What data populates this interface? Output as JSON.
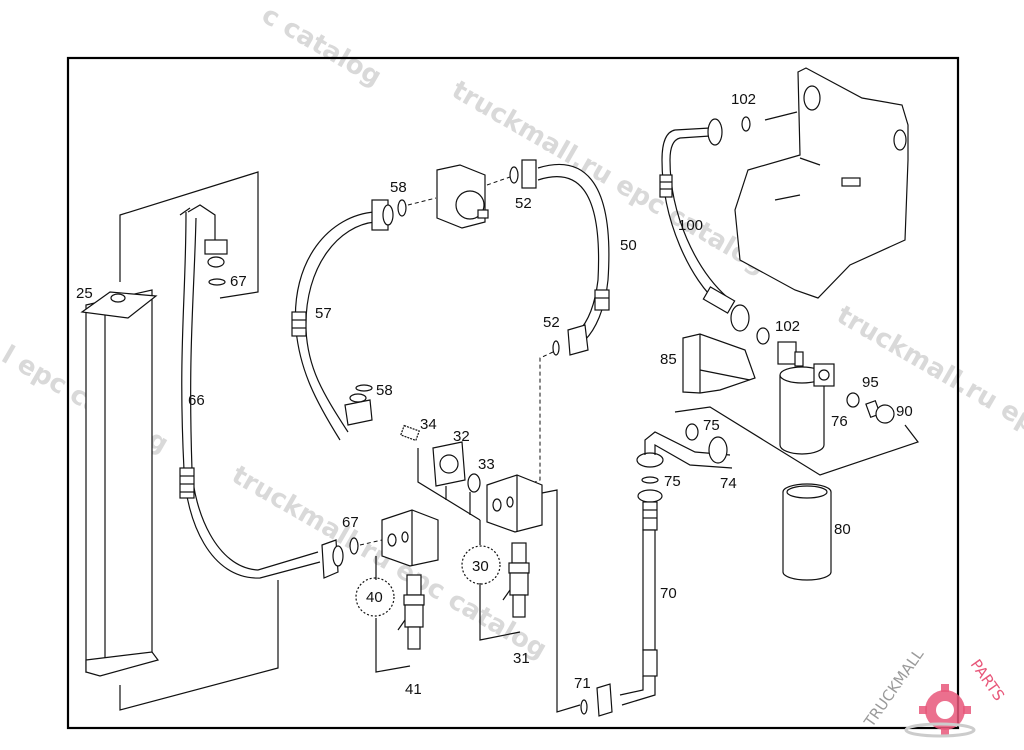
{
  "diagram": {
    "type": "exploded parts diagram",
    "callouts": [
      {
        "id": "25",
        "label": "25"
      },
      {
        "id": "66",
        "label": "66"
      },
      {
        "id": "67a",
        "label": "67"
      },
      {
        "id": "67b",
        "label": "67"
      },
      {
        "id": "57",
        "label": "57"
      },
      {
        "id": "58a",
        "label": "58"
      },
      {
        "id": "58b",
        "label": "58"
      },
      {
        "id": "52a",
        "label": "52"
      },
      {
        "id": "52b",
        "label": "52"
      },
      {
        "id": "50",
        "label": "50"
      },
      {
        "id": "34",
        "label": "34"
      },
      {
        "id": "32",
        "label": "32"
      },
      {
        "id": "33",
        "label": "33"
      },
      {
        "id": "30",
        "label": "30"
      },
      {
        "id": "31",
        "label": "31"
      },
      {
        "id": "40",
        "label": "40"
      },
      {
        "id": "41",
        "label": "41"
      },
      {
        "id": "71",
        "label": "71"
      },
      {
        "id": "70",
        "label": "70"
      },
      {
        "id": "75a",
        "label": "75"
      },
      {
        "id": "75b",
        "label": "75"
      },
      {
        "id": "74",
        "label": "74"
      },
      {
        "id": "80",
        "label": "80"
      },
      {
        "id": "76",
        "label": "76"
      },
      {
        "id": "85",
        "label": "85"
      },
      {
        "id": "95",
        "label": "95"
      },
      {
        "id": "90",
        "label": "90"
      },
      {
        "id": "100",
        "label": "100"
      },
      {
        "id": "102a",
        "label": "102"
      },
      {
        "id": "102b",
        "label": "102"
      }
    ],
    "group_callouts": [
      {
        "id": "30",
        "label": "30"
      },
      {
        "id": "40",
        "label": "40"
      }
    ]
  },
  "watermarks": {
    "text_a": "truckmall.ru epc catalog",
    "text_b": "c catalog",
    "text_c": "l epc catalog"
  },
  "logo": {
    "text_dark": "TRUCKMALL",
    "text_accent": "PARTS",
    "accent_color": "#e8577a"
  }
}
